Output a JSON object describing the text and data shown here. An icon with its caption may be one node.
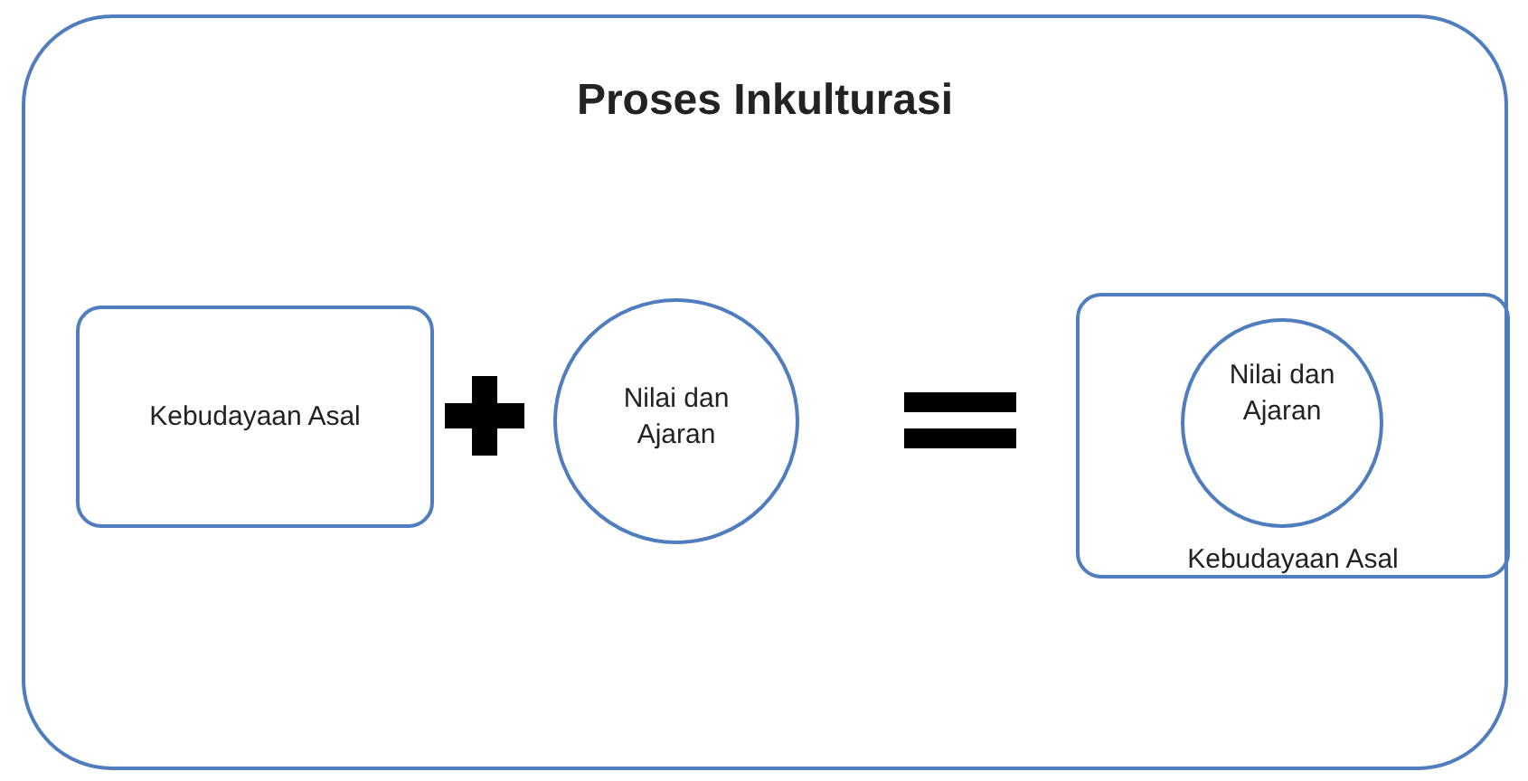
{
  "diagram": {
    "nodes": [
      {
        "text": [
          "Proses Inkulturasi"
        ]
      },
      {
        "text": [
          "Kebudayaan Asal"
        ],
        "in": 0
      },
      {
        "text": [
          "Nilai dan Ajaran"
        ],
        "in": 0
      },
      {
        "text": [
          "Kebudayaan Asal"
        ],
        "in": 0
      },
      {
        "text": [
          "Nilai dan Ajaran"
        ],
        "in": 3
      }
    ]
  }
}
